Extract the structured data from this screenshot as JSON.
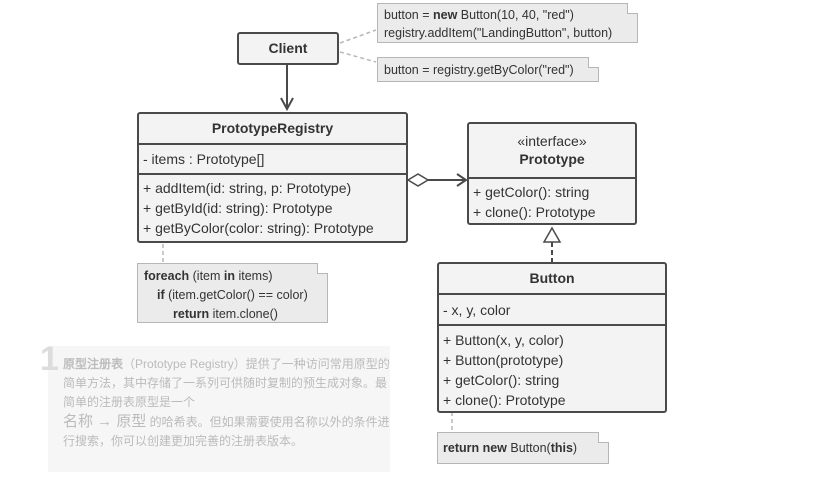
{
  "client": {
    "title": "Client"
  },
  "registry": {
    "title": "PrototypeRegistry",
    "fields": [
      "- items : Prototype[]"
    ],
    "methods": [
      "+ addItem(id: string, p: Prototype)",
      "+ getById(id: string): Prototype",
      "+ getByColor(color: string): Prototype"
    ]
  },
  "prototype": {
    "stereotype": "«interface»",
    "title": "Prototype",
    "methods": [
      "+ getColor(): string",
      "+ clone(): Prototype"
    ]
  },
  "button": {
    "title": "Button",
    "fields": [
      "- x, y, color"
    ],
    "methods": [
      "+ Button(x, y, color)",
      "+ Button(prototype)",
      "+ getColor(): string",
      "+ clone(): Prototype"
    ]
  },
  "notes": {
    "client_note_1": {
      "pre": "button = ",
      "kw": "new",
      "post": " Button(10, 40, \"red\")"
    },
    "client_note_2": "registry.addItem(\"LandingButton\", button)",
    "client_note_3": "button = registry.getByColor(\"red\")",
    "registry_note": {
      "l1_kw": "foreach",
      "l1_a": " (item ",
      "l1_kw2": "in",
      "l1_b": " items)",
      "l2_kw": "if",
      "l2_a": " (item.getColor() == color)",
      "l3_kw": "return",
      "l3_a": " item.clone()"
    },
    "button_note": {
      "kw": "return new",
      "a": " Button(",
      "kw2": "this",
      "b": ")"
    }
  },
  "description": {
    "number": "1",
    "bold": "原型注册表",
    "text_1": "（Prototype Registry）提供了一种访问常用原型的简单方法，其中存储了一系列可供随时复制的预生成对象。最简单的注册表原型是一个",
    "text_2": "名称 → 原型",
    "text_3": " 的哈希表。但如果需要使用名称以外的条件进行搜索，你可以创建更加完善的注册表版本。"
  }
}
